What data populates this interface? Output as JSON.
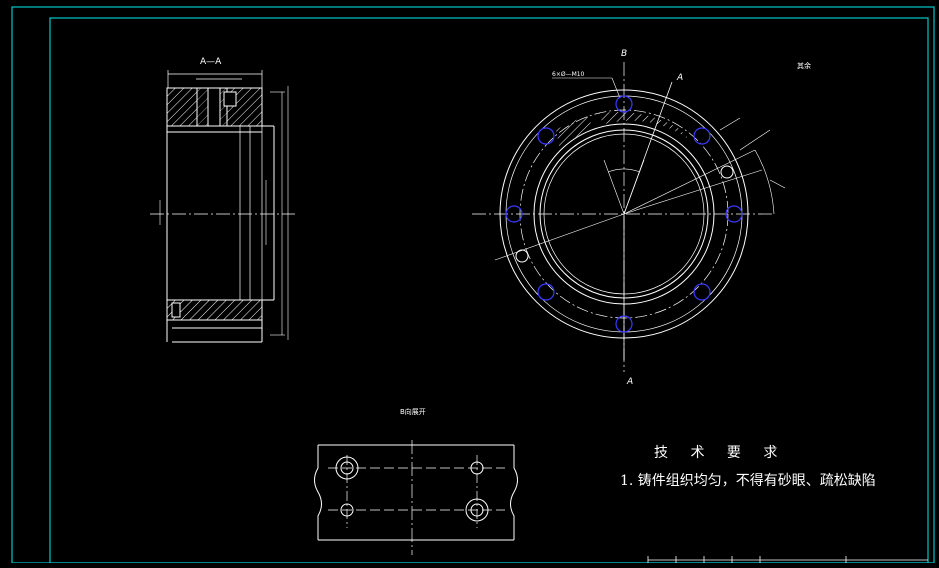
{
  "drawing": {
    "section_label": "A—A",
    "view_b_label": "B向展开",
    "label_b_top": "B",
    "label_a_upper": "A",
    "label_a_bottom": "A",
    "hole_callout": "6×Ø—M10",
    "roughness_note": "其余",
    "tech_requirements": {
      "title": "技 术 要 求",
      "items": [
        "1. 铸件组织均匀，不得有砂眼、疏松缺陷"
      ]
    }
  },
  "colors": {
    "background": "#000000",
    "frame": "#00c8c8",
    "outline": "#ffffff",
    "hole_marker": "#3a3aff"
  }
}
